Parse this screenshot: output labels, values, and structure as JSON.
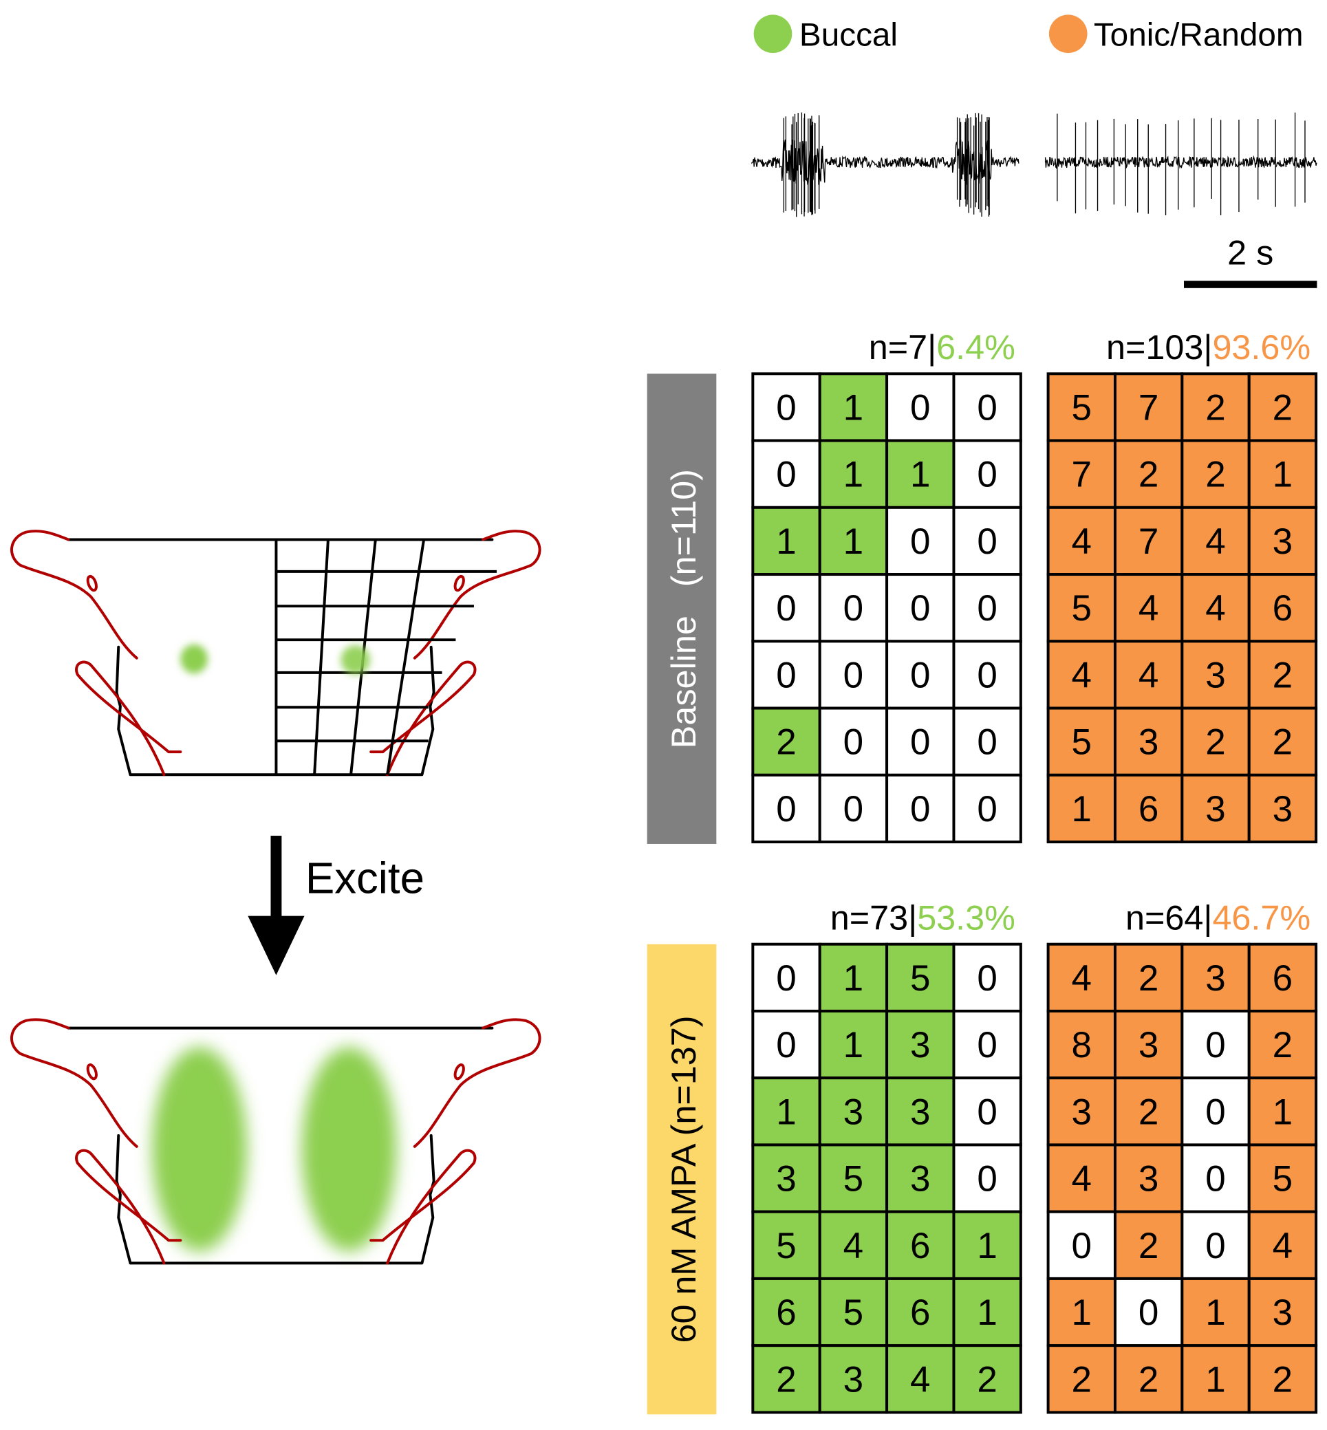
{
  "legend": {
    "buccal": {
      "label": "Buccal",
      "color": "#8dcf4f"
    },
    "tonic": {
      "label": "Tonic/Random",
      "color": "#f79646"
    }
  },
  "scale_bar": {
    "label": "2 s"
  },
  "arrow": {
    "label": "Excite"
  },
  "conditions": [
    {
      "label": "Baseline   (n=110)",
      "label_bg": "#808080",
      "label_color": "#ffffff",
      "buccal": {
        "count": "n=7|",
        "percent": "6.4%",
        "grid": [
          [
            0,
            1,
            0,
            0
          ],
          [
            0,
            1,
            1,
            0
          ],
          [
            1,
            1,
            0,
            0
          ],
          [
            0,
            0,
            0,
            0
          ],
          [
            0,
            0,
            0,
            0
          ],
          [
            2,
            0,
            0,
            0
          ],
          [
            0,
            0,
            0,
            0
          ]
        ]
      },
      "tonic": {
        "count": "n=103|",
        "percent": "93.6%",
        "grid": [
          [
            5,
            7,
            2,
            2
          ],
          [
            7,
            2,
            2,
            1
          ],
          [
            4,
            7,
            4,
            3
          ],
          [
            5,
            4,
            4,
            6
          ],
          [
            4,
            4,
            3,
            2
          ],
          [
            5,
            3,
            2,
            2
          ],
          [
            1,
            6,
            3,
            3
          ]
        ]
      }
    },
    {
      "label": "60 nM AMPA (n=137)",
      "label_bg": "#fcd86a",
      "label_color": "#000000",
      "buccal": {
        "count": "n=73|",
        "percent": "53.3%",
        "grid": [
          [
            0,
            1,
            5,
            0
          ],
          [
            0,
            1,
            3,
            0
          ],
          [
            1,
            3,
            3,
            0
          ],
          [
            3,
            5,
            3,
            0
          ],
          [
            5,
            4,
            6,
            1
          ],
          [
            6,
            5,
            6,
            1
          ],
          [
            2,
            3,
            4,
            2
          ]
        ]
      },
      "tonic": {
        "count": "n=64|",
        "percent": "46.7%",
        "grid": [
          [
            4,
            2,
            3,
            6
          ],
          [
            8,
            3,
            0,
            2
          ],
          [
            3,
            2,
            0,
            1
          ],
          [
            4,
            3,
            0,
            5
          ],
          [
            0,
            2,
            0,
            4
          ],
          [
            1,
            0,
            1,
            3
          ],
          [
            2,
            2,
            1,
            2
          ]
        ]
      }
    }
  ]
}
